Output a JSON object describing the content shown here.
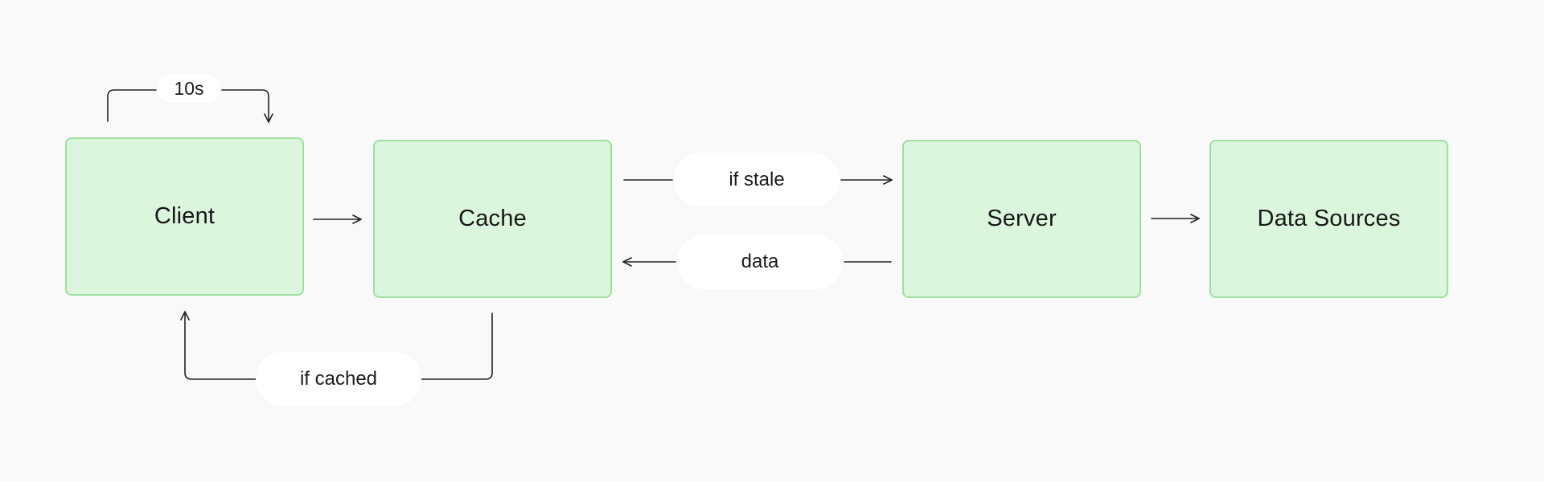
{
  "nodes": {
    "client": "Client",
    "cache": "Cache",
    "server": "Server",
    "data_sources": "Data Sources"
  },
  "edge_labels": {
    "refresh_interval": "10s",
    "if_stale": "if stale",
    "data": "data",
    "if_cached": "if cached"
  },
  "colors": {
    "node_fill": "#dcf6dd",
    "node_border": "#9ede9f",
    "background": "#f9f9f9",
    "label_fill": "#ffffff",
    "line": "#222222"
  }
}
